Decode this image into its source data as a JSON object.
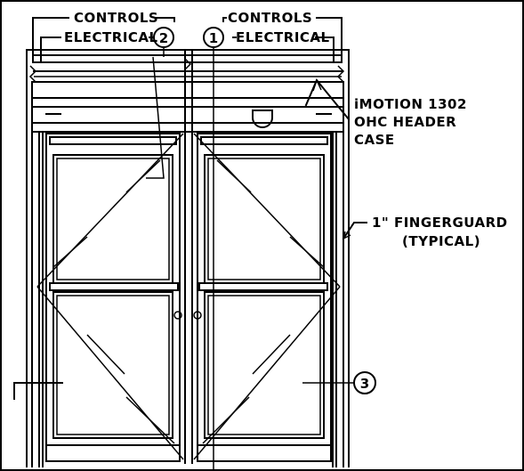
{
  "drawing": {
    "frame_border": "#000000",
    "background": "#ffffff",
    "line_color": "#000000"
  },
  "callouts": {
    "controls_left": "CONTROLS",
    "electrical_left": "ELECTRICAL",
    "controls_right": "CONTROLS",
    "electrical_right": "ELECTRICAL",
    "header_line1": "iMOTION 1302",
    "header_line2": "OHC HEADER",
    "header_line3": "CASE",
    "fingerguard_line1": "1\" FINGERGUARD",
    "fingerguard_line2": "(TYPICAL)"
  },
  "markers": {
    "m1": "1",
    "m2": "2",
    "m3": "3"
  }
}
